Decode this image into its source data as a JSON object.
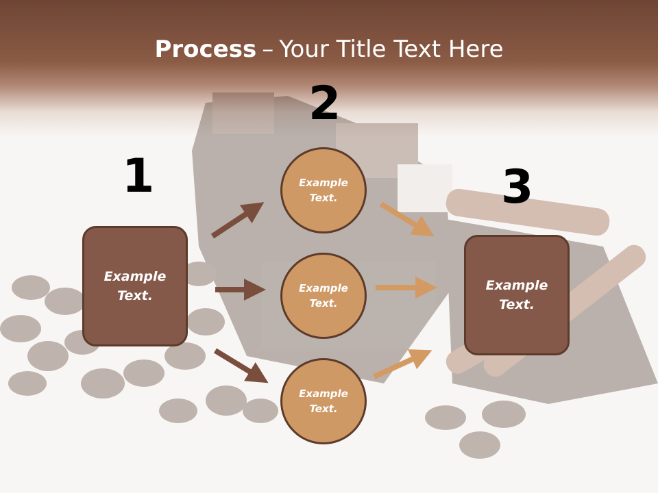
{
  "slide": {
    "title_bold": "Process",
    "title_dash": "–",
    "title_rest": "Your Title Text Here"
  },
  "steps": {
    "step1_number": "1",
    "step2_number": "2",
    "step3_number": "3"
  },
  "boxes": {
    "left": "Example\nText.",
    "right": "Example\nText."
  },
  "circles": {
    "top": "Example\nText.",
    "middle": "Example\nText.",
    "bottom": "Example\nText."
  },
  "colors": {
    "header": "#8a5b45",
    "box_fill": "#85594a",
    "circle_fill": "#cf9966",
    "outline": "#5c3b2a",
    "arrow_dark": "#7a4e3c",
    "arrow_light": "#d49a64"
  }
}
